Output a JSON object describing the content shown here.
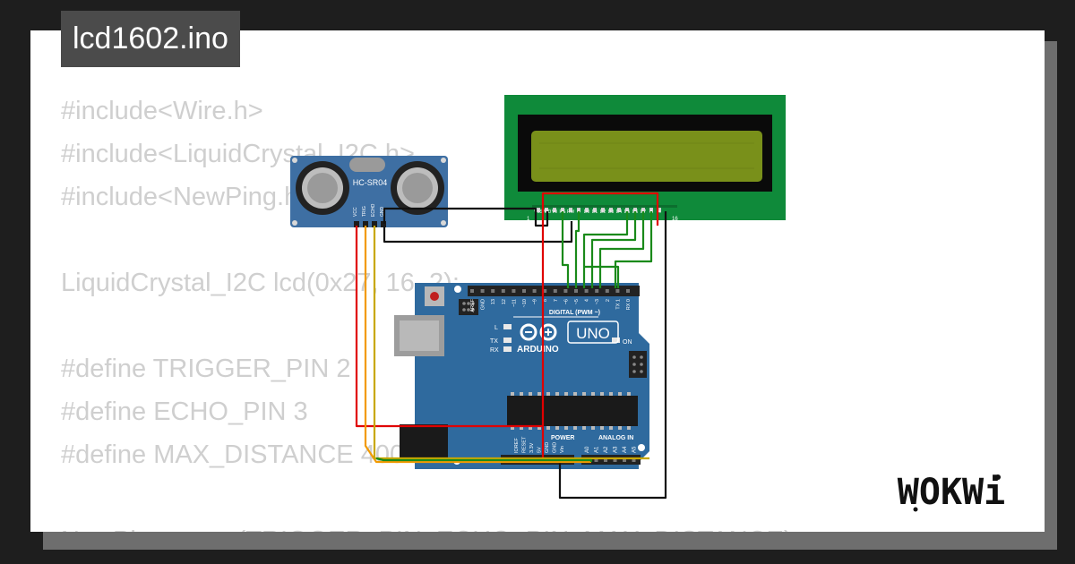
{
  "title": "lcd1602.ino",
  "code_lines": [
    "#include<Wire.h>",
    "#include<LiquidCrystal_I2C.h>",
    "#include<NewPing.h>",
    "",
    "LiquidCrystal_I2C lcd(0x27, 16, 2);",
    "",
    "#define TRIGGER_PIN 2",
    "#define ECHO_PIN 3",
    "#define MAX_DISTANCE 400",
    "",
    "NewPing sonar(TRIGGER_PIN, ECHO_PIN, MAX_DISTANCE);"
  ],
  "sensor": {
    "label": "HC-SR04",
    "pins": [
      "VCC",
      "TRIG",
      "ECHO",
      "GND"
    ]
  },
  "lcd": {
    "pin_first": "1",
    "pins": [
      "VSS",
      "VDD",
      "V0",
      "RS",
      "RW",
      "E",
      "D0",
      "D1",
      "D2",
      "D3",
      "D4",
      "D5",
      "D6",
      "D7",
      "A",
      "K"
    ],
    "pin_last": "16"
  },
  "arduino": {
    "brand": "ARDUINO",
    "model": "UNO",
    "digital_label": "DIGITAL (PWM ~)",
    "digital_pins": [
      "AREF",
      "GND",
      "13",
      "12",
      "~11",
      "~10",
      "~9",
      "8",
      "7",
      "~6",
      "~5",
      "4",
      "~3",
      "2",
      "TX 1",
      "RX 0"
    ],
    "led_l": "L",
    "led_tx": "TX",
    "led_rx": "RX",
    "on_label": "ON",
    "power_label": "POWER",
    "power_pins": [
      "IOREF",
      "RESET",
      "3.3V",
      "5V",
      "GND",
      "GND",
      "Vin"
    ],
    "analog_label": "ANALOG IN",
    "analog_pins": [
      "A0",
      "A1",
      "A2",
      "A3",
      "A4",
      "A5"
    ]
  },
  "brand_logo": "WOKWi",
  "colors": {
    "lcd_board": "#0f8a3a",
    "lcd_screen": "#79901a",
    "arduino_board": "#2f6a9e",
    "sensor_board": "#3e6fa3",
    "wire_red": "#e00000",
    "wire_green": "#1a8a1a",
    "wire_black": "#111111",
    "wire_orange": "#f29a00",
    "wire_yellow": "#c8a800"
  }
}
